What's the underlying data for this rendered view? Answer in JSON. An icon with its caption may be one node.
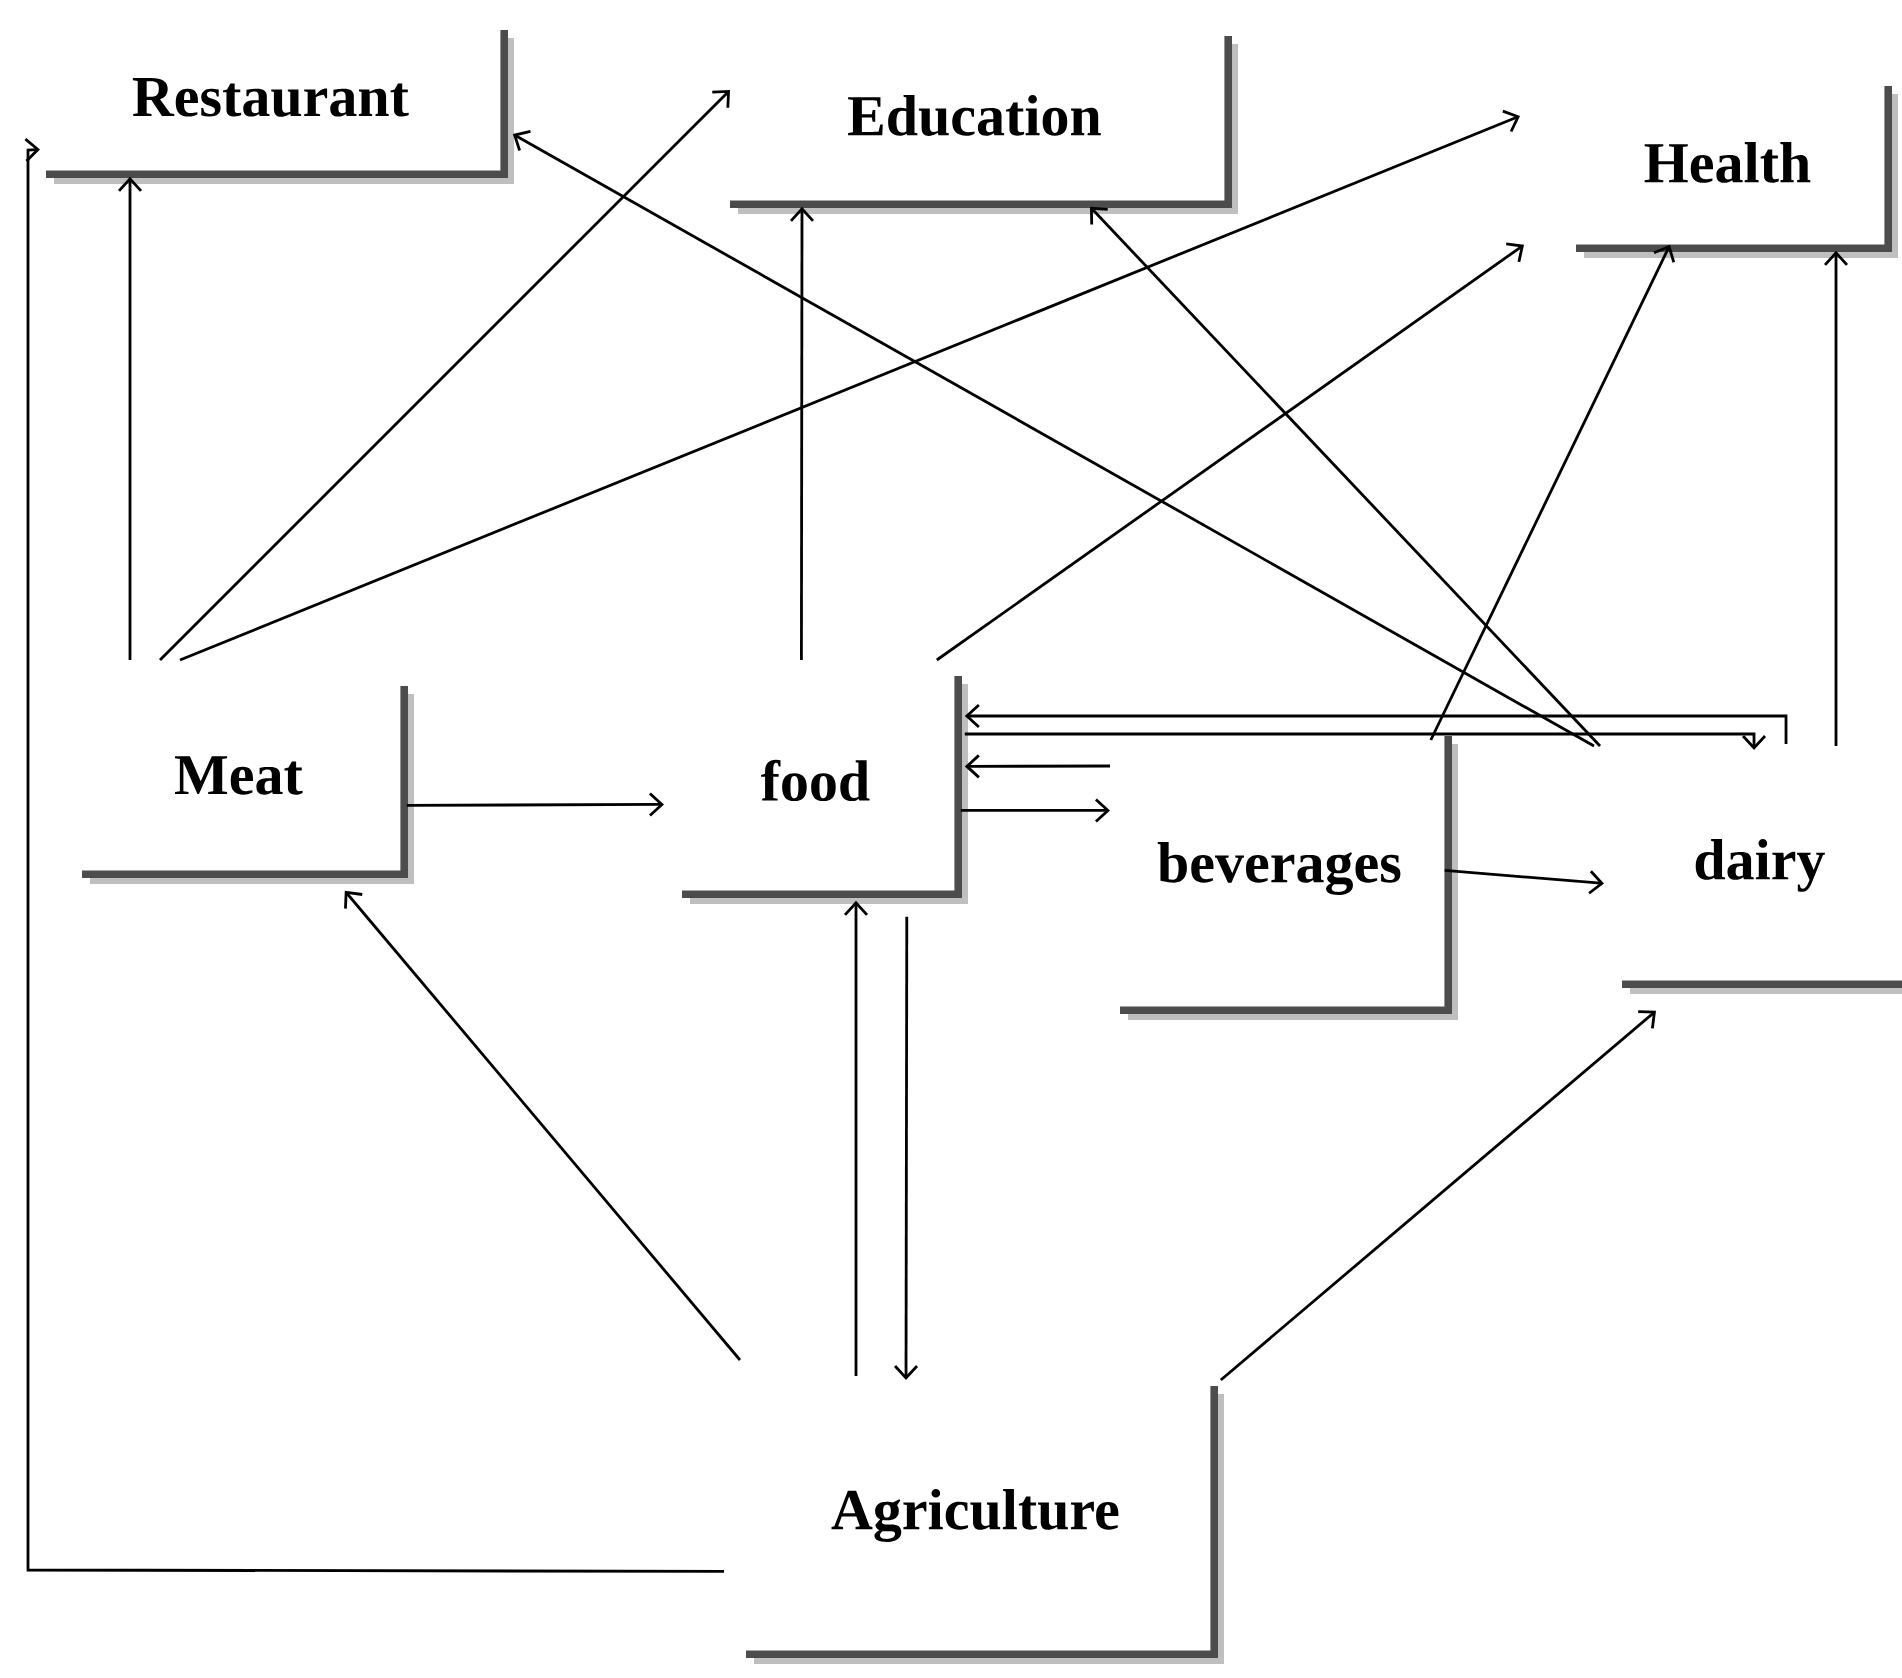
{
  "diagram": {
    "nodes": [
      {
        "text": [
          "Restaurant"
        ]
      },
      {
        "text": [
          "Education"
        ]
      },
      {
        "text": [
          "Health"
        ]
      },
      {
        "text": [
          "Meat"
        ]
      },
      {
        "text": [
          "food"
        ]
      },
      {
        "text": [
          "beverages"
        ]
      },
      {
        "text": [
          "dairy"
        ]
      },
      {
        "text": [
          "Agriculture"
        ]
      }
    ],
    "edges": [
      {
        "from": 3,
        "to": 0,
        "arrow": "to"
      },
      {
        "from": 3,
        "to": 1,
        "arrow": "to"
      },
      {
        "from": 3,
        "to": 2,
        "arrow": "to"
      },
      {
        "from": 3,
        "to": 4,
        "arrow": "to"
      },
      {
        "from": 4,
        "to": 1,
        "arrow": "to"
      },
      {
        "from": 4,
        "to": 2,
        "arrow": "to"
      },
      {
        "from": 4,
        "to": 5,
        "arrow": "to"
      },
      {
        "from": 5,
        "to": 4,
        "arrow": "to"
      },
      {
        "from": 5,
        "to": 2,
        "arrow": "to"
      },
      {
        "from": 5,
        "to": 6,
        "arrow": "to"
      },
      {
        "from": 6,
        "to": 0,
        "arrow": "to"
      },
      {
        "from": 6,
        "to": 1,
        "arrow": "to"
      },
      {
        "from": 6,
        "to": 2,
        "arrow": "to"
      },
      {
        "from": 6,
        "to": 4,
        "arrow": "to"
      },
      {
        "from": 4,
        "to": 6,
        "arrow": "to"
      },
      {
        "from": 4,
        "to": 7,
        "arrow": "to"
      },
      {
        "from": 7,
        "to": 4,
        "arrow": "to"
      },
      {
        "from": 7,
        "to": 3,
        "arrow": "to"
      },
      {
        "from": 7,
        "to": 6,
        "arrow": "to"
      },
      {
        "from": 7,
        "to": 0,
        "arrow": "to"
      }
    ]
  }
}
